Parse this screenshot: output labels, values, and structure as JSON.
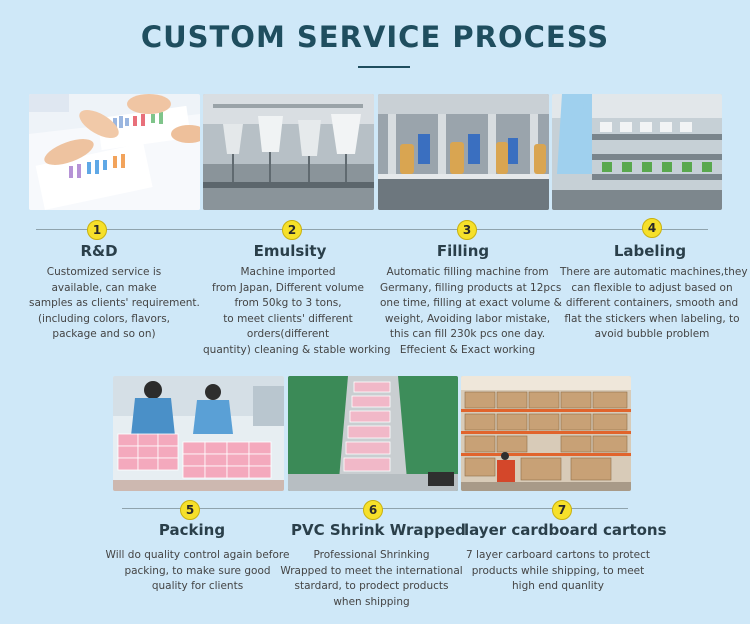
{
  "page": {
    "title": "CUSTOM SERVICE PROCESS"
  },
  "steps": [
    {
      "number": "1",
      "title": "R&D",
      "lines": [
        "Customized service is",
        "available, can make",
        "samples as clients' requirement.",
        "(including colors, flavors,",
        "package and so on)"
      ],
      "photo": "office-meeting-charts"
    },
    {
      "number": "2",
      "title": "Emulsity",
      "lines": [
        "Machine imported",
        "from Japan, Different volume",
        "from 50kg to 3 tons,",
        "to meet clients' different",
        "orders(different",
        "quantity) cleaning  & stable working"
      ],
      "photo": "stainless-emulsifying-tanks"
    },
    {
      "number": "3",
      "title": "Filling",
      "lines": [
        "Automatic filling machine from",
        "Germany, filling products at 12pcs",
        "one time, filling at exact volume &",
        "weight, Avoiding labor mistake,",
        "this can fill 230k pcs one day.",
        "Effecient & Exact working"
      ],
      "photo": "filling-machine-nozzles"
    },
    {
      "number": "4",
      "title": "Labeling",
      "lines": [
        "There are automatic machines,they",
        "can flexible to adjust based on",
        "different containers, smooth and",
        "flat the stickers when labeling, to",
        "avoid bubble problem"
      ],
      "photo": "labeling-line-workers"
    },
    {
      "number": "5",
      "title": "Packing",
      "lines": [
        "Will do quality control again before",
        "packing, to make sure good",
        "quality for clients"
      ],
      "photo": "workers-pink-boxes"
    },
    {
      "number": "6",
      "title": "PVC Shrink Wrapped",
      "lines": [
        "Professional Shrinking",
        "Wrapped to meet the international",
        "stardard, to prodect products",
        "when shipping"
      ],
      "photo": "conveyor-shrink-wrap"
    },
    {
      "number": "7",
      "title": "layer cardboard cartons",
      "lines": [
        "7 layer carboard cartons to protect",
        "products while shipping, to meet",
        "high end quanlity"
      ],
      "photo": "warehouse-cartons-shelves"
    }
  ]
}
